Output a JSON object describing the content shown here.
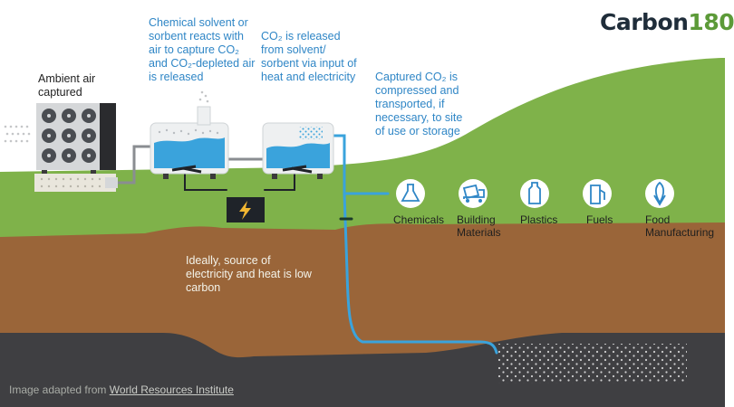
{
  "brand": {
    "logo_text": "Carbon",
    "logo_number": "180"
  },
  "labels": {
    "ambient_air": "Ambient air captured",
    "solvent_reacts": "Chemical solvent or sorbent reacts with air to capture CO₂ and CO₂-depleted air is released",
    "co2_released": "CO₂ is released from solvent/ sorbent via input of heat and electricity",
    "captured_co2": "Captured CO₂ is compressed and transported, if necessary, to site of use or storage",
    "electricity_source": "Ideally, source of electricity and heat is low carbon"
  },
  "uses": [
    {
      "label": "Chemicals",
      "icon": "flask-icon"
    },
    {
      "label": "Building Materials",
      "icon": "cement-mixer-icon"
    },
    {
      "label": "Plastics",
      "icon": "bottle-icon"
    },
    {
      "label": "Fuels",
      "icon": "fuel-pump-icon"
    },
    {
      "label": "Food Manufacturing",
      "icon": "corn-icon"
    }
  ],
  "caption": {
    "prefix": "Image adapted from",
    "source": "World Resources Institute"
  },
  "colors": {
    "sky": "#ffffff",
    "grass": "#7fb24a",
    "soil": "#9a6539",
    "bedrock": "#3f3f42",
    "water": "#3aa3dc",
    "text_blue": "#2f86c6",
    "logo_green": "#5c9a38"
  }
}
